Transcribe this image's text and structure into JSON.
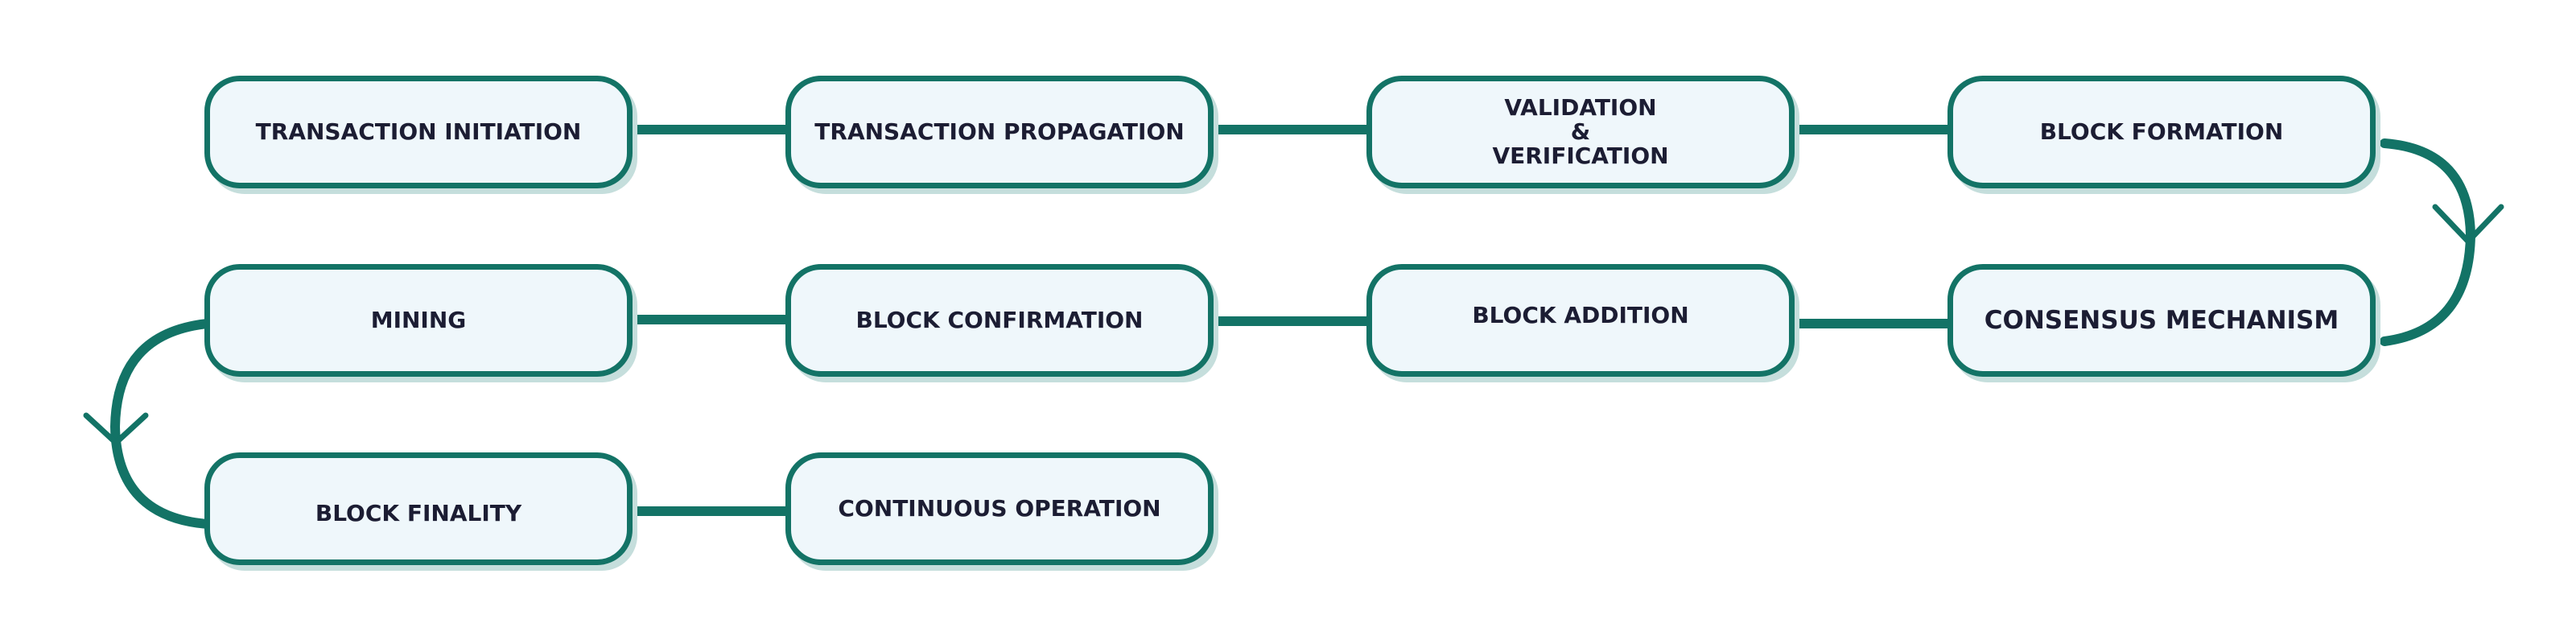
{
  "diagram": {
    "colors": {
      "stroke": "#137366",
      "box_fill": "#eff7fb",
      "text": "#1c1d33"
    },
    "steps": [
      {
        "label": "TRANSACTION INITIATION"
      },
      {
        "label": "TRANSACTION PROPAGATION"
      },
      {
        "label": "VALIDATION\n&\nVERIFICATION"
      },
      {
        "label": "BLOCK FORMATION"
      },
      {
        "label": "CONSENSUS MECHANISM"
      },
      {
        "label": "BLOCK ADDITION"
      },
      {
        "label": "BLOCK CONFIRMATION"
      },
      {
        "label": "MINING"
      },
      {
        "label": "BLOCK FINALITY"
      },
      {
        "label": "CONTINUOUS OPERATION"
      }
    ]
  }
}
